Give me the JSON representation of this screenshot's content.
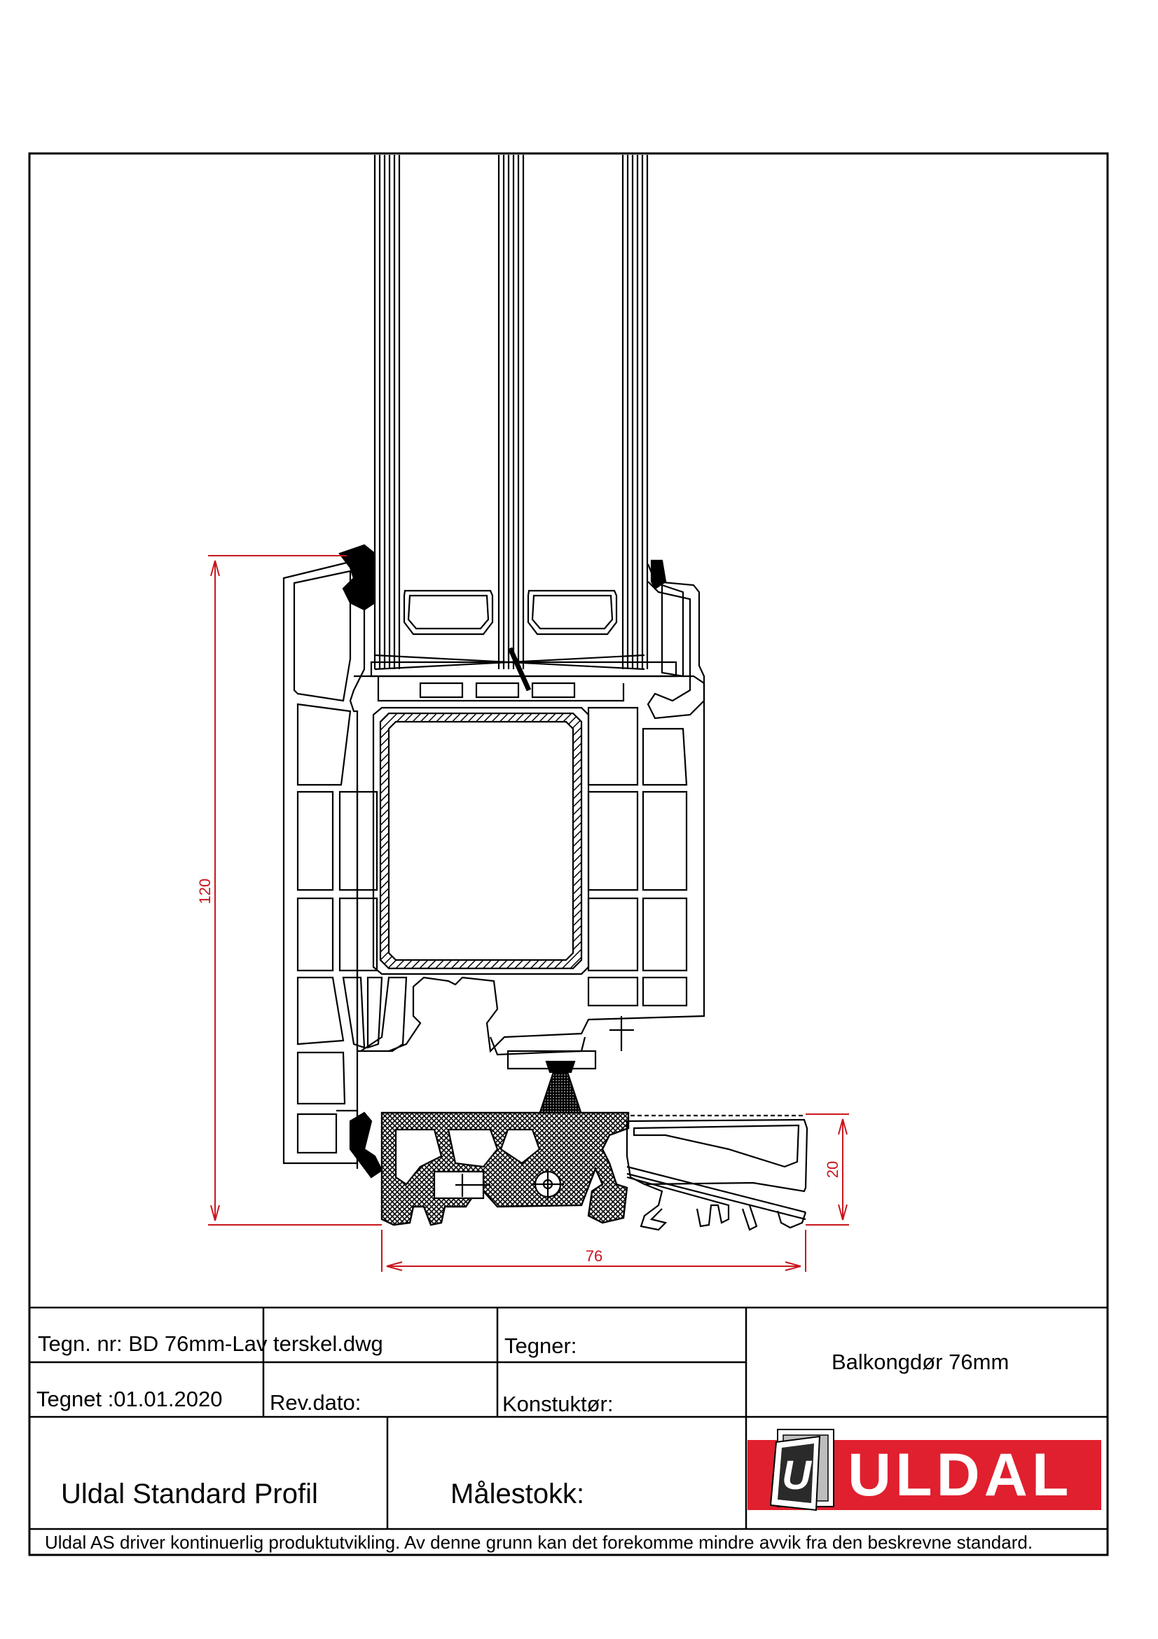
{
  "drawing": {
    "dimensions": {
      "height_label": "120",
      "width_label": "76",
      "threshold_label": "20"
    }
  },
  "title_block": {
    "drawing_number": "Tegn. nr: BD 76mm-Lav terskel.dwg",
    "drawn_by_label": "Tegner:",
    "product_title": "Balkongdør 76mm",
    "drawn_date": "Tegnet :01.01.2020",
    "revision_date_label": "Rev.dato:",
    "constructor_label": "Konstuktør:",
    "profile_name": "Uldal Standard Profil",
    "scale_label": "Målestokk:",
    "logo_text": "ULDAL",
    "disclaimer": "Uldal AS driver kontinuerlig produktutvikling. Av denne grunn kan det forekomme mindre avvik fra den beskrevne standard."
  },
  "colors": {
    "dimension_red": "#c8161d",
    "logo_red": "#e0202e",
    "line": "#000000"
  }
}
